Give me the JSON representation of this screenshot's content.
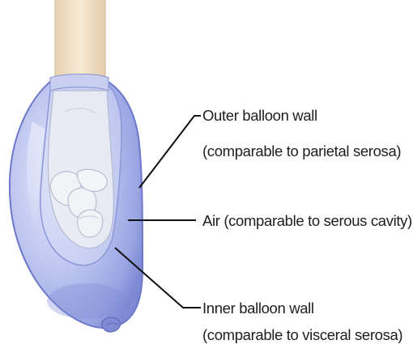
{
  "labels": {
    "outer_wall": {
      "line1": "Outer balloon wall",
      "line2": "(comparable to parietal serosa)"
    },
    "air": {
      "line1": "Air (comparable to serous cavity)"
    },
    "inner_wall": {
      "line1": "Inner balloon wall",
      "line2": "(comparable to visceral serosa)"
    }
  },
  "colors": {
    "balloon_fill": "#a9b3ea",
    "balloon_edge": "#6a76c8",
    "skin": "#f2e2c8",
    "fist_glove": "#e8e9ee",
    "leader_line": "#111111",
    "text": "#1e1e1e"
  }
}
